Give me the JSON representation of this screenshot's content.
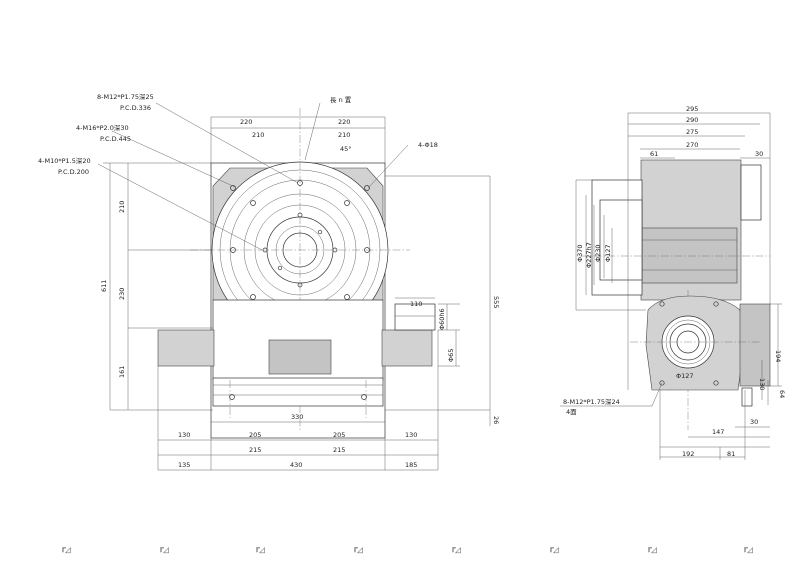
{
  "front_view": {
    "callouts": {
      "c1_line1": "8-M12*P1.75深25",
      "c1_line2": "P.C.D.336",
      "c2_line1": "4-M16*P2.0深30",
      "c2_line2": "P.C.D.445",
      "c3_line1": "4-M10*P1.5深20",
      "c3_line2": "P.C.D.200",
      "position_mark": "長 n 置",
      "holes_4": "4-Φ18"
    },
    "dims": {
      "top_left_220": "220",
      "top_right_220": "220",
      "top_left_210": "210",
      "top_right_210": "210",
      "angle": "45°",
      "left_611": "611",
      "left_210": "210",
      "left_230": "230",
      "left_161": "161",
      "right_555": "555",
      "right_26": "26",
      "shaft_110": "110",
      "shaft_dia_60h6": "Φ60h6",
      "shaft_dia_65": "Φ65",
      "width_330": "330",
      "b_130_left": "130",
      "b_205_left": "205",
      "b_205_right": "205",
      "b_130_right": "130",
      "b_215_left": "215",
      "b_215_right": "215",
      "b_135": "135",
      "b_430": "430",
      "b_185": "185"
    }
  },
  "side_view": {
    "dims": {
      "d295": "295",
      "d290": "290",
      "d275": "275",
      "d270": "270",
      "d61": "61",
      "d30_top": "30",
      "dia_370": "Φ370",
      "dia_227": "Φ227h7",
      "dia_230": "Φ230",
      "dia_127": "Φ127",
      "dia_127b": "Φ127",
      "d194": "194",
      "d130": "130",
      "d64": "64",
      "d147": "147",
      "d30_bottom": "30",
      "d192": "192",
      "d81": "81"
    },
    "callout_line1": "8-M12*P1.75深24",
    "callout_line2": "4面"
  },
  "page_marks": [
    "Γ◢",
    "Γ◢",
    "Γ◢",
    "Γ◢",
    "Γ◢",
    "Γ◢",
    "Γ◢",
    "Γ◢"
  ]
}
